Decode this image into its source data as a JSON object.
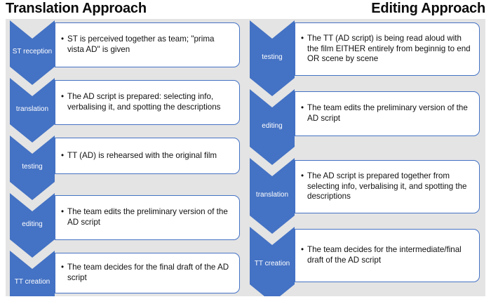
{
  "page": {
    "background_color": "#ffffff",
    "canvas_color": "#e4e4e4",
    "accent_color": "#4472C4",
    "box_fill": "#ffffff",
    "title_color": "#0a0a0a"
  },
  "columns": [
    {
      "id": "translation-approach",
      "title": "Translation Approach",
      "stages": [
        {
          "label": "ST reception",
          "text": "ST is perceived together as team; \"prima vista AD\" is given"
        },
        {
          "label": "translation",
          "text": "The AD script is prepared: selecting info, verbalising it, and spotting the descriptions"
        },
        {
          "label": "testing",
          "text": "TT (AD) is rehearsed with the original film"
        },
        {
          "label": "editing",
          "text": "The team edits the preliminary version of the AD script"
        },
        {
          "label": "TT creation",
          "text": "The team decides for the final draft of the AD script"
        }
      ]
    },
    {
      "id": "editing-approach",
      "title": "Editing Approach",
      "stages": [
        {
          "label": "testing",
          "text": "The TT (AD script) is being read aloud with the film EITHER entirely from beginnig to end OR scene by scene"
        },
        {
          "label": "editing",
          "text": "The team edits the preliminary version of the AD script"
        },
        {
          "label": "translation",
          "text": "The AD script is prepared together from selecting info, verbalising it, and spotting the descriptions"
        },
        {
          "label": "TT creation",
          "text": "The team decides for the intermediate/final draft of the AD script"
        }
      ]
    }
  ],
  "layout": {
    "left_stage_tops": [
      2,
      84,
      166,
      248,
      330
    ],
    "left_stage_height": 92,
    "left_bubble_tops": [
      5,
      87,
      169,
      251,
      333
    ],
    "left_bubble_heights": [
      64,
      64,
      52,
      64,
      58
    ],
    "right_stage_tops": [
      2,
      100,
      198,
      296
    ],
    "right_stage_height": 108,
    "right_bubble_tops": [
      5,
      103,
      201,
      299
    ],
    "right_bubble_heights": [
      76,
      64,
      76,
      76
    ]
  }
}
